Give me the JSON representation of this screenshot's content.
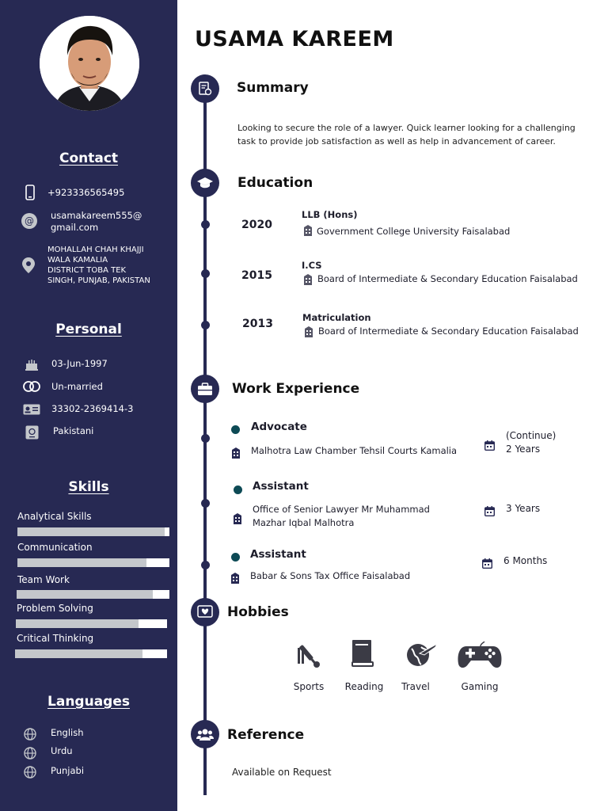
{
  "colors": {
    "sidebar": "#272953",
    "accent_dot": "#0d4a55",
    "skill_fill": "#c4c7cb"
  },
  "name": "USAMA KAREEM",
  "sidebar": {
    "contact": {
      "heading": "Contact",
      "phone": "+923336565495",
      "email_line1": "usamakareem555@",
      "email_line2": "gmail.com",
      "address_lines": [
        "MOHALLAH CHAH KHAJJI",
        "WALA KAMALIA",
        "DISTRICT TOBA TEK",
        "SINGH, PUNJAB, PAKISTAN"
      ]
    },
    "personal": {
      "heading": "Personal",
      "dob": "03-Jun-1997",
      "marital": "Un-married",
      "cnic": "33302-2369414-3",
      "nationality": "Pakistani"
    },
    "skills": {
      "heading": "Skills",
      "items": [
        {
          "label": "Analytical Skills",
          "level": 0.97
        },
        {
          "label": "Communication",
          "level": 0.85
        },
        {
          "label": "Team Work",
          "level": 0.89
        },
        {
          "label": "Problem Solving",
          "level": 0.81
        },
        {
          "label": "Critical Thinking",
          "level": 0.84
        }
      ]
    },
    "languages": {
      "heading": "Languages",
      "items": [
        "English",
        "Urdu",
        "Punjabi"
      ]
    }
  },
  "summary": {
    "title": "Summary",
    "line1": "Looking to secure the role of a lawyer. Quick learner looking for a challenging",
    "line2": "task to provide job satisfaction as well as help in advancement of career."
  },
  "education": {
    "title": "Education",
    "items": [
      {
        "year": "2020",
        "degree": "LLB (Hons)",
        "institution": "Government College University Faisalabad"
      },
      {
        "year": "2015",
        "degree": "I.CS",
        "institution": "Board of Intermediate & Secondary Education Faisalabad"
      },
      {
        "year": "2013",
        "degree": "Matriculation",
        "institution": "Board of Intermediate & Secondary Education Faisalabad"
      }
    ]
  },
  "work": {
    "title": "Work Experience",
    "items": [
      {
        "role": "Advocate",
        "place_line1": "Malhotra Law Chamber Tehsil Courts Kamalia",
        "place_line2": "",
        "duration_line1": "(Continue)",
        "duration_line2": "2 Years"
      },
      {
        "role": "Assistant",
        "place_line1": "Office of Senior Lawyer Mr Muhammad",
        "place_line2": "Mazhar Iqbal Malhotra",
        "duration_line1": "3 Years",
        "duration_line2": ""
      },
      {
        "role": "Assistant",
        "place_line1": "Babar & Sons Tax Office Faisalabad",
        "place_line2": "",
        "duration_line1": "6 Months",
        "duration_line2": ""
      }
    ]
  },
  "hobbies": {
    "title": "Hobbies",
    "items": [
      "Sports",
      "Reading",
      "Travel",
      "Gaming"
    ]
  },
  "reference": {
    "title": "Reference",
    "text": "Available on Request"
  }
}
